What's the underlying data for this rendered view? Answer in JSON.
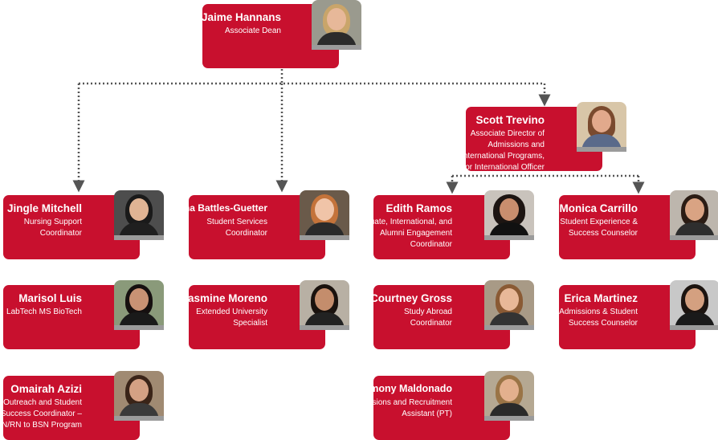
{
  "staff": {
    "jaime": {
      "name": "Jaime Hannans",
      "title": "Associate Dean"
    },
    "scott": {
      "name": "Scott Trevino",
      "title": "Associate Director of Admissions and International Programs, Senior International Officer"
    },
    "jingle": {
      "name": "Jingle Mitchell",
      "title": "Nursing Support Coordinator"
    },
    "emma": {
      "name": "Emma Battles-Guetter",
      "title": "Student Services Coordinator"
    },
    "edith": {
      "name": "Edith Ramos",
      "title": "Graduate, International, and Alumni Engagement Coordinator"
    },
    "monica": {
      "name": "Monica Carrillo",
      "title": "Student Experience & Success Counselor"
    },
    "marisol": {
      "name": "Marisol Luis",
      "title": "LabTech MS BioTech"
    },
    "jasmine": {
      "name": "Jasmine Moreno",
      "title": "Extended University Specialist"
    },
    "courtney": {
      "name": "Courtney Gross",
      "title": "Study Abroad Coordinator"
    },
    "erica": {
      "name": "Erica Martinez",
      "title": "Admissions & Student Success Counselor"
    },
    "omairah": {
      "name": "Omairah Azizi",
      "title": "Outreach and Student Success Coordinator – ADN/RN to BSN Program"
    },
    "harmony": {
      "name": "Harmony Maldonado",
      "title": "Admissions and Recruitment Assistant (PT)"
    }
  },
  "colors": {
    "card": "#c8102e",
    "connector": "#555555",
    "photo_strip": "#9b9b9b"
  }
}
